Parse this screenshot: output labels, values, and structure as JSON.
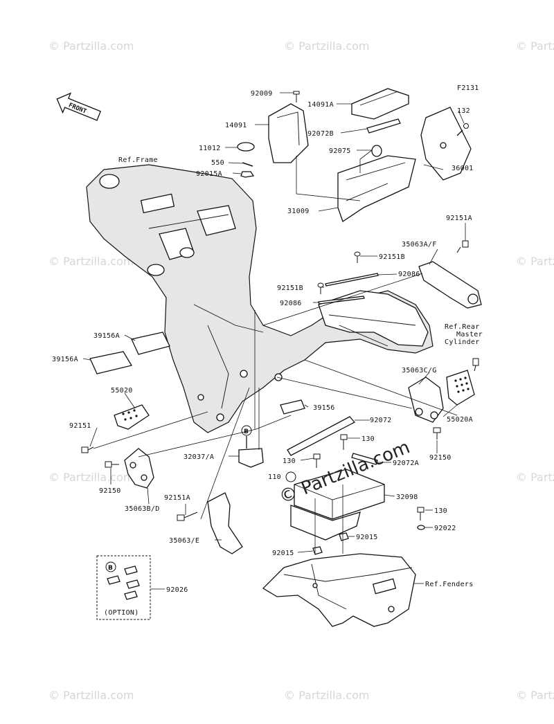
{
  "diagram": {
    "code": "F2131",
    "front_label": "FRONT",
    "watermark": "© Partzilla.com",
    "watermark_center": "© Partzilla.com",
    "option_label": "(OPTION)",
    "option_marker": "B",
    "bolt_marker": "B"
  },
  "callouts": [
    {
      "id": "92009",
      "text": "92009"
    },
    {
      "id": "14091A",
      "text": "14091A"
    },
    {
      "id": "132",
      "text": "132"
    },
    {
      "id": "14091",
      "text": "14091"
    },
    {
      "id": "92072B",
      "text": "92072B"
    },
    {
      "id": "11012",
      "text": "11012"
    },
    {
      "id": "92075",
      "text": "92075"
    },
    {
      "id": "ref-frame",
      "text": "Ref.Frame"
    },
    {
      "id": "550",
      "text": "550"
    },
    {
      "id": "92015A-top",
      "text": "92015A"
    },
    {
      "id": "36001",
      "text": "36001"
    },
    {
      "id": "31009",
      "text": "31009"
    },
    {
      "id": "92151A-right",
      "text": "92151A"
    },
    {
      "id": "35063AF",
      "text": "35063A/F"
    },
    {
      "id": "92151B-top",
      "text": "92151B"
    },
    {
      "id": "92086-top",
      "text": "92086"
    },
    {
      "id": "92151B-mid",
      "text": "92151B"
    },
    {
      "id": "92086-mid",
      "text": "92086"
    },
    {
      "id": "ref-rear-1",
      "text": "Ref.Rear"
    },
    {
      "id": "ref-rear-2",
      "text": "Master"
    },
    {
      "id": "ref-rear-3",
      "text": "Cylinder"
    },
    {
      "id": "39156A-1",
      "text": "39156A"
    },
    {
      "id": "39156A-2",
      "text": "39156A"
    },
    {
      "id": "35063CG",
      "text": "35063C/G"
    },
    {
      "id": "55020",
      "text": "55020"
    },
    {
      "id": "39156",
      "text": "39156"
    },
    {
      "id": "92072",
      "text": "92072"
    },
    {
      "id": "55020A",
      "text": "55020A"
    },
    {
      "id": "92151",
      "text": "92151"
    },
    {
      "id": "130-a",
      "text": "130"
    },
    {
      "id": "32037A",
      "text": "32037/A"
    },
    {
      "id": "130-b",
      "text": "130"
    },
    {
      "id": "92072A",
      "text": "92072A"
    },
    {
      "id": "92150-right",
      "text": "92150"
    },
    {
      "id": "110",
      "text": "110"
    },
    {
      "id": "92150-left",
      "text": "92150"
    },
    {
      "id": "35063BD",
      "text": "35063B/D"
    },
    {
      "id": "92151A-left",
      "text": "92151A"
    },
    {
      "id": "32098",
      "text": "32098"
    },
    {
      "id": "130-c",
      "text": "130"
    },
    {
      "id": "35063E",
      "text": "35063/E"
    },
    {
      "id": "92015-mid",
      "text": "92015"
    },
    {
      "id": "92022",
      "text": "92022"
    },
    {
      "id": "92015-left",
      "text": "92015"
    },
    {
      "id": "ref-fenders",
      "text": "Ref.Fenders"
    },
    {
      "id": "92026",
      "text": "92026"
    }
  ]
}
